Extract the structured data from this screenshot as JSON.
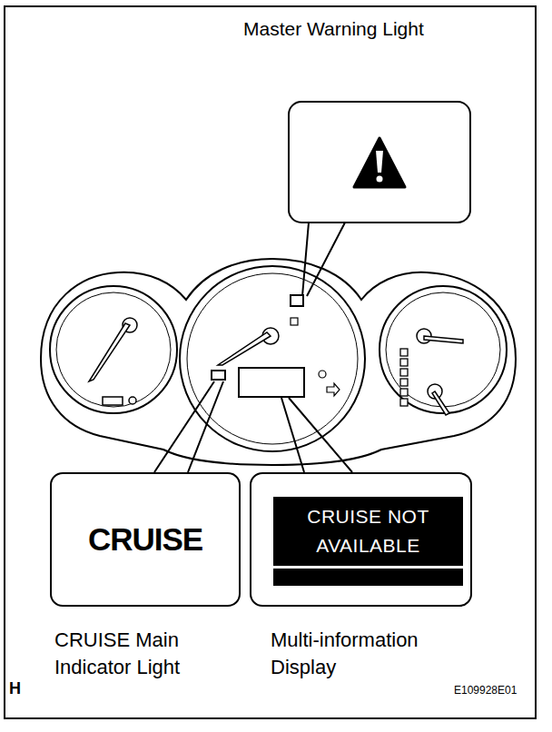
{
  "diagram": {
    "nodes": [
      {
        "text": [
          "CRUISE",
          "CRUISE Main Indicator Light"
        ]
      },
      {
        "text": [
          "Multi-information Display"
        ]
      },
      {
        "text": [
          "CRUISE NOT AVAILABLE"
        ],
        "in": 1
      }
    ],
    "labels": [
      "Master Warning Light",
      "H",
      "E109928E01"
    ]
  }
}
